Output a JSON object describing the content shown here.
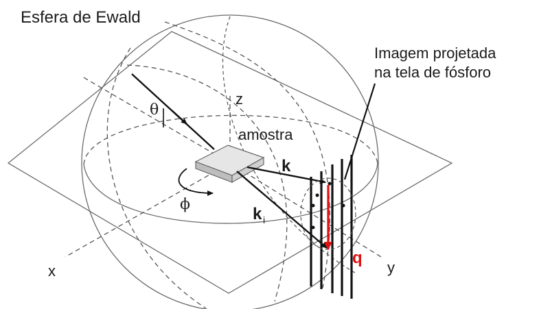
{
  "labels": {
    "title": "Esfera de Ewald",
    "screen_line1": "Imagem projetada",
    "screen_line2": "na tela de fósforo",
    "axis_z": "z",
    "axis_x": "x",
    "axis_y": "y",
    "sample": "amostra",
    "theta": "θ",
    "phi": "ϕ",
    "k_scattered": "k",
    "k_incident": "k",
    "k_incident_subscript": "i",
    "q_vector": "q"
  },
  "colors": {
    "q_vector": "#e01010",
    "lines": "#555555",
    "beam": "#111111"
  }
}
